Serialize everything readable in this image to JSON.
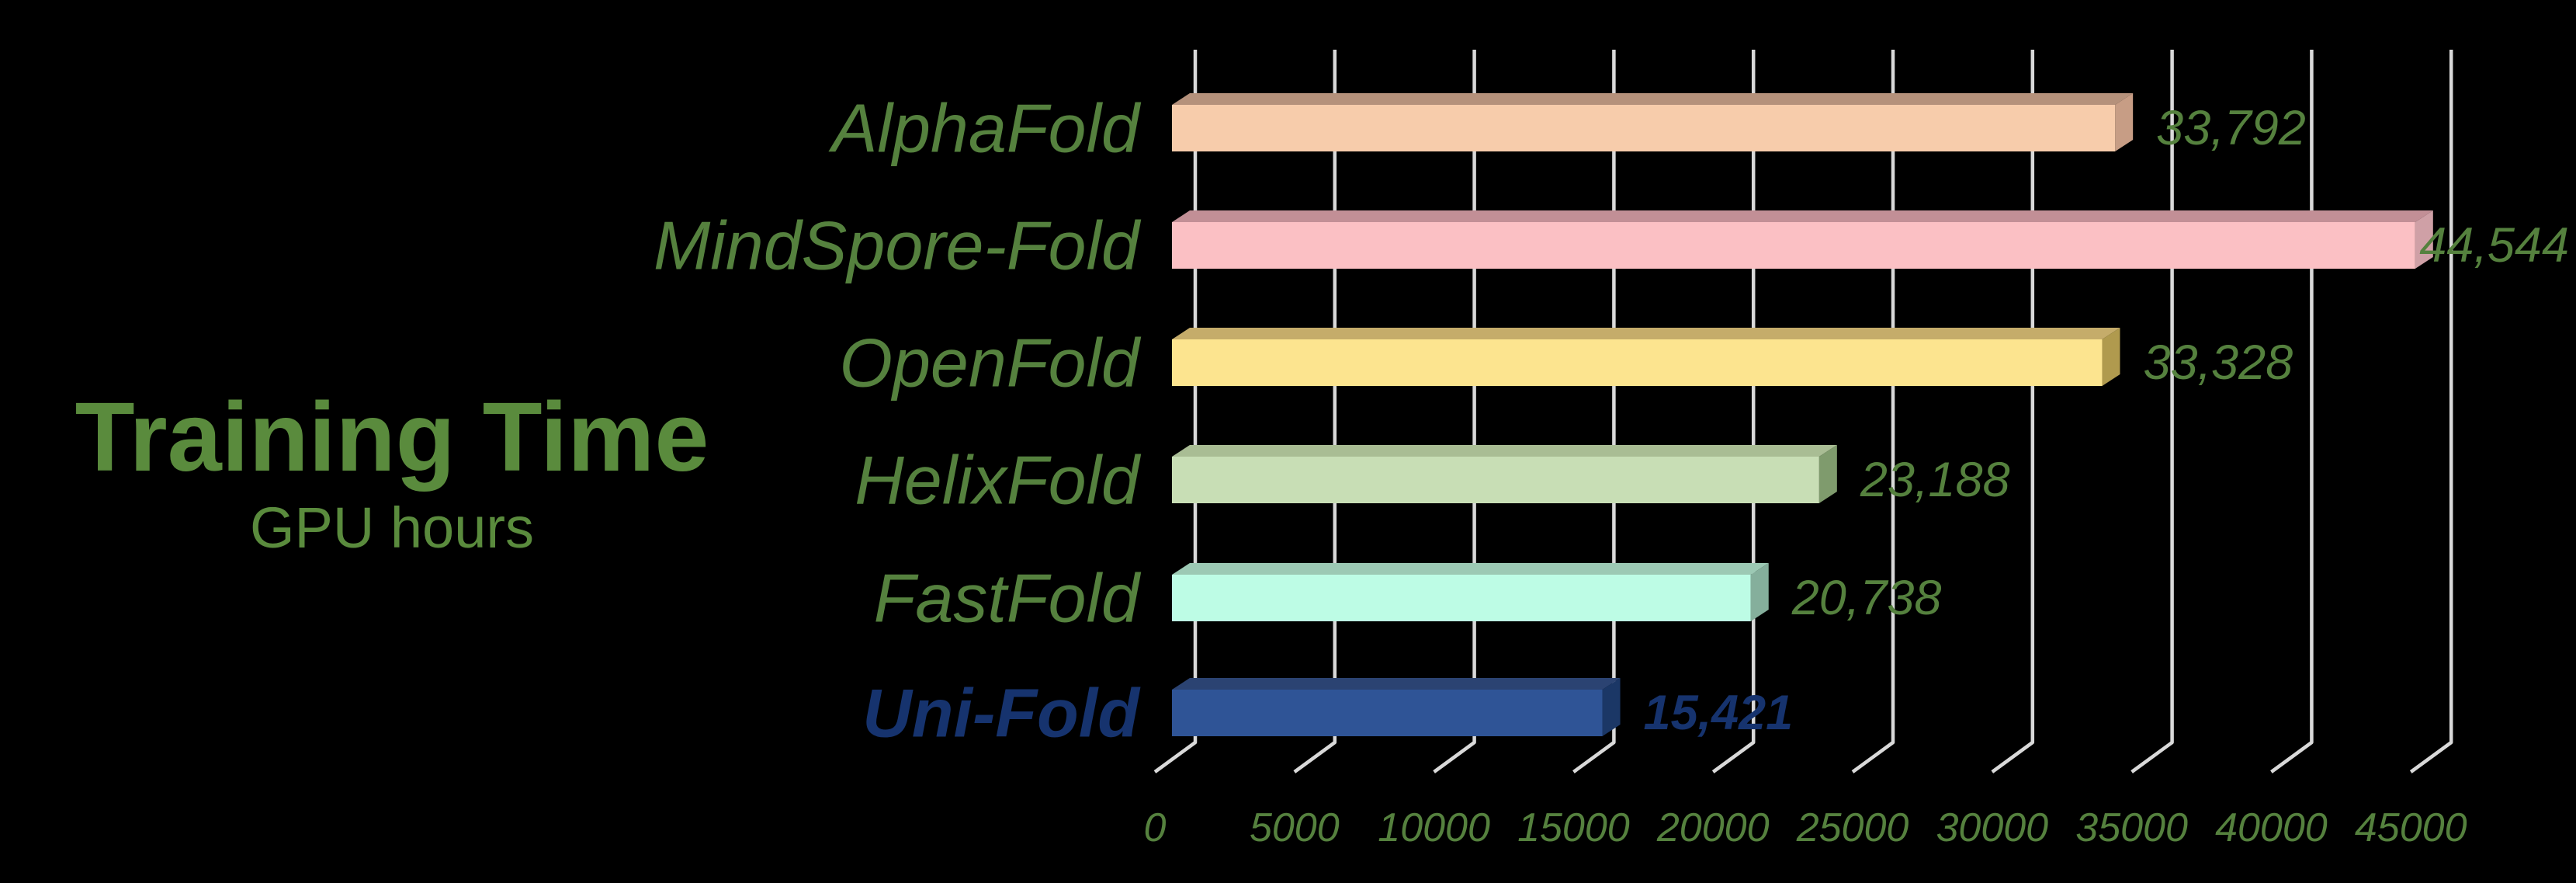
{
  "title": {
    "text": "Training Time",
    "subtitle": "GPU hours"
  },
  "colors": {
    "background": "#000000",
    "green_text": "#55813E",
    "title_green": "#5A8B3D",
    "highlight_navy": "#16336E",
    "gridline": "#D9D9D9"
  },
  "chart_data": {
    "type": "bar",
    "orientation": "horizontal",
    "title": "Training Time",
    "subtitle": "GPU hours",
    "xlabel": "",
    "ylabel": "",
    "xlim": [
      0,
      45000
    ],
    "grid": true,
    "legend": false,
    "categories": [
      "AlphaFold",
      "MindSpore-Fold",
      "OpenFold",
      "HelixFold",
      "FastFold",
      "Uni-Fold"
    ],
    "values": [
      33792,
      44544,
      33328,
      23188,
      20738,
      15421
    ],
    "value_labels": [
      "33,792",
      "44,544",
      "33,328",
      "23,188",
      "20,738",
      "15,421"
    ],
    "highlight_category": "Uni-Fold",
    "bar_colors": [
      {
        "front": "#F7CCAB",
        "top": "#B5917B",
        "side": "#C79D85"
      },
      {
        "front": "#FBC0C4",
        "top": "#C28F96",
        "side": "#CFA0A6"
      },
      {
        "front": "#FCE48F",
        "top": "#C5AC6A",
        "side": "#B09A4E"
      },
      {
        "front": "#C8DEB5",
        "top": "#A9BD94",
        "side": "#7F9B6D"
      },
      {
        "front": "#BDFCE5",
        "top": "#9CC9B4",
        "side": "#85AF9C"
      },
      {
        "front": "#2F5496",
        "top": "#2B4372",
        "side": "#1B3766"
      }
    ],
    "xticks": [
      0,
      5000,
      10000,
      15000,
      20000,
      25000,
      30000,
      35000,
      40000,
      45000
    ],
    "xtick_labels": [
      "0",
      "5000",
      "10000",
      "15000",
      "20000",
      "25000",
      "30000",
      "35000",
      "40000",
      "45000"
    ]
  }
}
